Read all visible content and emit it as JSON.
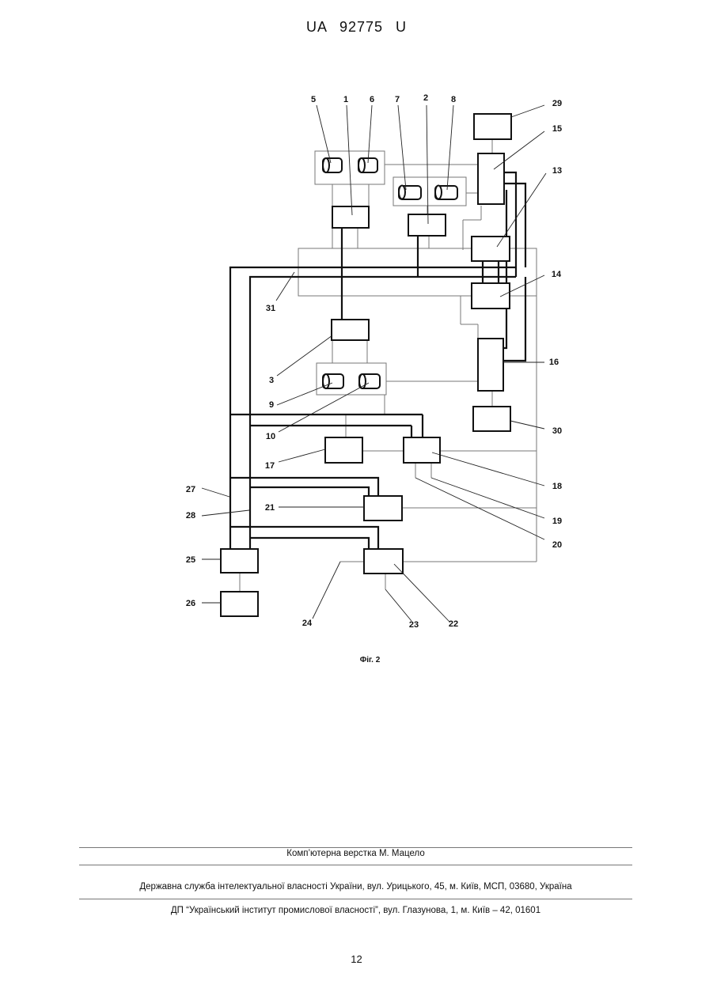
{
  "header": {
    "patent_number": "UA  92775  U"
  },
  "figure": {
    "caption": "Фіг. 2",
    "labels": {
      "l1": "1",
      "l2": "2",
      "l3": "3",
      "l5": "5",
      "l6": "6",
      "l7": "7",
      "l8": "8",
      "l9": "9",
      "l10": "10",
      "l13": "13",
      "l14": "14",
      "l15": "15",
      "l16": "16",
      "l17": "17",
      "l18": "18",
      "l19": "19",
      "l20": "20",
      "l21": "21",
      "l22": "22",
      "l23": "23",
      "l24": "24",
      "l25": "25",
      "l26": "26",
      "l27": "27",
      "l28": "28",
      "l29": "29",
      "l30": "30",
      "l31": "31"
    }
  },
  "footer": {
    "layout_credit": "Комп’ютерна верстка М. Мацело",
    "office_address": "Державна служба інтелектуальної власності України, вул. Урицького, 45, м. Київ, МСП, 03680, Україна",
    "institute_address": "ДП “Український інститут промислової власності”, вул. Глазунова, 1, м. Київ – 42, 01601"
  },
  "page_number": "12"
}
